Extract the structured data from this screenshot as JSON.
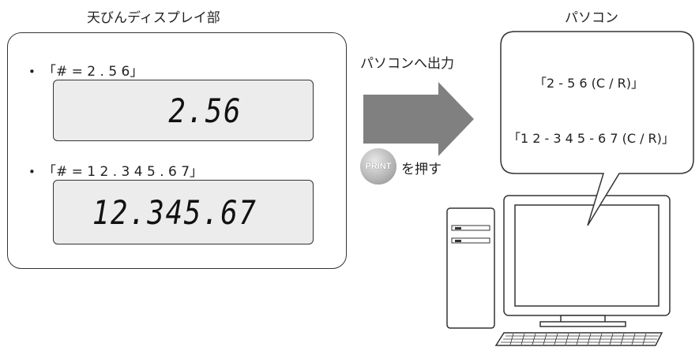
{
  "balance_section": {
    "caption": "天びんディスプレイ部",
    "entries": [
      {
        "label": "「# = 2 . 5 6」",
        "display": "2.56"
      },
      {
        "label": "「# = 1 2 . 3 4 5 . 6 7」",
        "display": "12.345.67"
      }
    ]
  },
  "transfer": {
    "label": "パソコンへ出力",
    "button_label": "PRINT",
    "action": "を押す"
  },
  "pc_section": {
    "caption": "パソコン",
    "outputs": [
      "「2 - 5 6 (C / R)」",
      "「1 2 - 3 4 5 - 6 7 (C / R)」"
    ]
  },
  "colors": {
    "arrow": "#808080",
    "lcd_background": "#ececec",
    "outline": "#333333"
  }
}
